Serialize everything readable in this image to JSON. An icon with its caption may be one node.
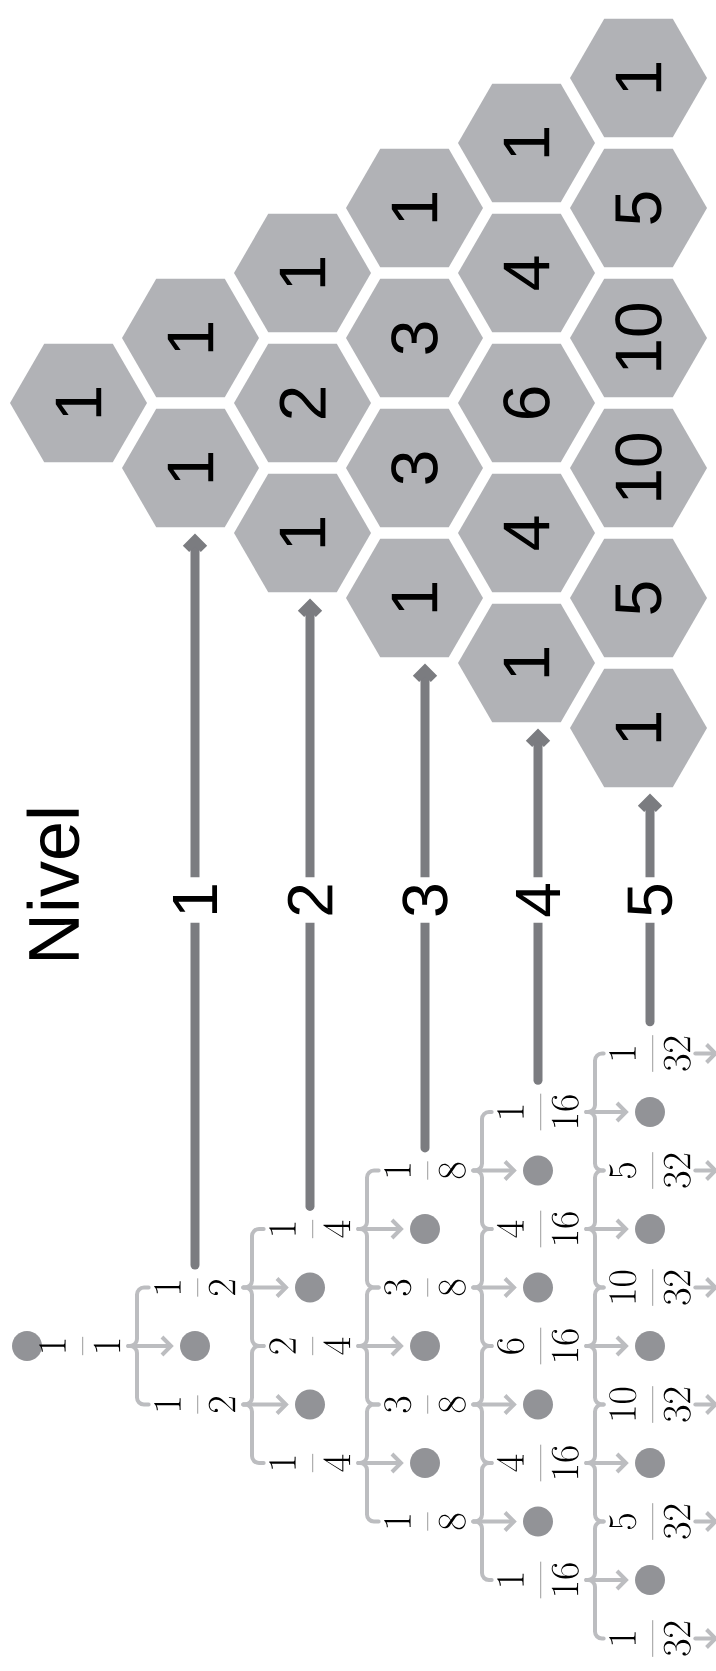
{
  "diagram": {
    "nodes": [
      {
        "text": [],
        "shape": "circle"
      },
      {
        "text": [
          "\\frac{1}{1}"
        ]
      },
      {
        "text": [],
        "shape": "circle"
      },
      {
        "text": [
          "\\frac{1}{2}"
        ]
      },
      {
        "text": [
          "\\frac{1}{2}"
        ]
      },
      {
        "text": [],
        "shape": "circle"
      },
      {
        "text": [],
        "shape": "circle"
      },
      {
        "text": [
          "\\frac{1}{4}"
        ]
      },
      {
        "text": [
          "\\frac{2}{4}"
        ]
      },
      {
        "text": [
          "\\frac{1}{4}"
        ]
      },
      {
        "text": [],
        "shape": "circle"
      },
      {
        "text": [],
        "shape": "circle"
      },
      {
        "text": [],
        "shape": "circle"
      },
      {
        "text": [
          "\\frac{1}{8}"
        ]
      },
      {
        "text": [
          "\\frac{3}{8}"
        ]
      },
      {
        "text": [
          "\\frac{3}{8}"
        ]
      },
      {
        "text": [
          "\\frac{1}{8}"
        ]
      },
      {
        "text": [],
        "shape": "circle"
      },
      {
        "text": [],
        "shape": "circle"
      },
      {
        "text": [],
        "shape": "circle"
      },
      {
        "text": [],
        "shape": "circle"
      },
      {
        "text": [
          "\\frac{1}{16}"
        ]
      },
      {
        "text": [
          "\\frac{4}{16}"
        ]
      },
      {
        "text": [
          "\\frac{6}{16}"
        ]
      },
      {
        "text": [
          "\\frac{4}{16}"
        ]
      },
      {
        "text": [
          "\\frac{1}{16}"
        ]
      },
      {
        "text": [],
        "shape": "circle"
      },
      {
        "text": [],
        "shape": "circle"
      },
      {
        "text": [],
        "shape": "circle"
      },
      {
        "text": [],
        "shape": "circle"
      },
      {
        "text": [],
        "shape": "circle"
      },
      {
        "text": [
          "\\frac{1}{32}"
        ]
      },
      {
        "text": [
          "\\frac{5}{32}"
        ]
      },
      {
        "text": [
          "\\frac{10}{32}"
        ]
      },
      {
        "text": [
          "\\frac{10}{32}"
        ]
      },
      {
        "text": [
          "\\frac{5}{32}"
        ]
      },
      {
        "text": [
          "\\frac{1}{32}"
        ]
      },
      {
        "text": [
          "1"
        ]
      },
      {
        "text": [
          "1"
        ]
      },
      {
        "text": [
          "1"
        ]
      },
      {
        "text": [
          "1"
        ]
      },
      {
        "text": [
          "2"
        ]
      },
      {
        "text": [
          "1"
        ]
      },
      {
        "text": [
          "1"
        ]
      },
      {
        "text": [
          "3"
        ]
      },
      {
        "text": [
          "3"
        ]
      },
      {
        "text": [
          "1"
        ]
      },
      {
        "text": [
          "1"
        ]
      },
      {
        "text": [
          "4"
        ]
      },
      {
        "text": [
          "6"
        ]
      },
      {
        "text": [
          "4"
        ]
      },
      {
        "text": [
          "1"
        ]
      },
      {
        "text": [
          "1"
        ]
      },
      {
        "text": [
          "5"
        ]
      },
      {
        "text": [
          "10"
        ]
      },
      {
        "text": [
          "10"
        ]
      },
      {
        "text": [
          "5"
        ]
      },
      {
        "text": [
          "1"
        ]
      }
    ],
    "edges": [
      {
        "from": 1,
        "to": 2,
        "arrow": "to"
      },
      {
        "from": 1,
        "to": 3,
        "arrow": "none"
      },
      {
        "from": 1,
        "to": 4,
        "arrow": "none"
      },
      {
        "from": 3,
        "to": 5,
        "arrow": "to"
      },
      {
        "from": 3,
        "to": 7,
        "arrow": "none"
      },
      {
        "from": 3,
        "to": 8,
        "arrow": "none"
      },
      {
        "from": 4,
        "to": 6,
        "arrow": "to"
      },
      {
        "from": 4,
        "to": 8,
        "arrow": "none"
      },
      {
        "from": 4,
        "to": 9,
        "arrow": "none"
      },
      {
        "from": 7,
        "to": 10,
        "arrow": "to"
      },
      {
        "from": 7,
        "to": 13,
        "arrow": "none"
      },
      {
        "from": 7,
        "to": 14,
        "arrow": "none"
      },
      {
        "from": 8,
        "to": 11,
        "arrow": "to"
      },
      {
        "from": 8,
        "to": 14,
        "arrow": "none"
      },
      {
        "from": 8,
        "to": 15,
        "arrow": "none"
      },
      {
        "from": 9,
        "to": 12,
        "arrow": "to"
      },
      {
        "from": 9,
        "to": 15,
        "arrow": "none"
      },
      {
        "from": 9,
        "to": 16,
        "arrow": "none"
      },
      {
        "from": 13,
        "to": 17,
        "arrow": "to"
      },
      {
        "from": 13,
        "to": 21,
        "arrow": "none"
      },
      {
        "from": 13,
        "to": 22,
        "arrow": "none"
      },
      {
        "from": 14,
        "to": 18,
        "arrow": "to"
      },
      {
        "from": 14,
        "to": 22,
        "arrow": "none"
      },
      {
        "from": 14,
        "to": 23,
        "arrow": "none"
      },
      {
        "from": 15,
        "to": 19,
        "arrow": "to"
      },
      {
        "from": 15,
        "to": 23,
        "arrow": "none"
      },
      {
        "from": 15,
        "to": 24,
        "arrow": "none"
      },
      {
        "from": 16,
        "to": 20,
        "arrow": "to"
      },
      {
        "from": 16,
        "to": 24,
        "arrow": "none"
      },
      {
        "from": 16,
        "to": 25,
        "arrow": "none"
      },
      {
        "from": 21,
        "to": 26,
        "arrow": "to"
      },
      {
        "from": 21,
        "to": 31,
        "arrow": "none"
      },
      {
        "from": 21,
        "to": 32,
        "arrow": "none"
      },
      {
        "from": 22,
        "to": 27,
        "arrow": "to"
      },
      {
        "from": 22,
        "to": 32,
        "arrow": "none"
      },
      {
        "from": 22,
        "to": 33,
        "arrow": "none"
      },
      {
        "from": 23,
        "to": 28,
        "arrow": "to"
      },
      {
        "from": 23,
        "to": 33,
        "arrow": "none"
      },
      {
        "from": 23,
        "to": 34,
        "arrow": "none"
      },
      {
        "from": 24,
        "to": 29,
        "arrow": "to"
      },
      {
        "from": 24,
        "to": 34,
        "arrow": "none"
      },
      {
        "from": 24,
        "to": 35,
        "arrow": "none"
      },
      {
        "from": 25,
        "to": 30,
        "arrow": "to"
      },
      {
        "from": 25,
        "to": 35,
        "arrow": "none"
      },
      {
        "from": 25,
        "to": 36,
        "arrow": "none"
      },
      {
        "from": 31,
        "to": null,
        "arrow": "to"
      },
      {
        "from": 32,
        "to": null,
        "arrow": "to"
      },
      {
        "from": 33,
        "to": null,
        "arrow": "to"
      },
      {
        "from": 34,
        "to": null,
        "arrow": "to"
      },
      {
        "from": 35,
        "to": null,
        "arrow": "to"
      },
      {
        "from": 36,
        "to": null,
        "arrow": "to"
      },
      {
        "from": 3,
        "to": 39,
        "arrow": "to",
        "label": "1",
        "style": "thick",
        "color": "#7b7c80"
      },
      {
        "from": 7,
        "to": 42,
        "arrow": "to",
        "label": "2",
        "style": "thick",
        "color": "#7b7c80"
      },
      {
        "from": 13,
        "to": 46,
        "arrow": "to",
        "label": "3",
        "style": "thick",
        "color": "#7b7c80"
      },
      {
        "from": 21,
        "to": 51,
        "arrow": "to",
        "label": "4",
        "style": "thick",
        "color": "#7b7c80"
      },
      {
        "from": 31,
        "to": 57,
        "arrow": "to",
        "label": "5",
        "style": "thick",
        "color": "#7b7c80"
      }
    ],
    "labels": [
      "Nivel"
    ]
  }
}
